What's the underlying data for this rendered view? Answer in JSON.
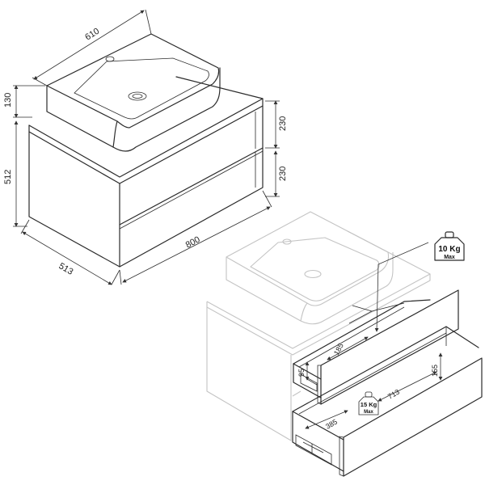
{
  "dimensions": {
    "basin_width": "610",
    "basin_height": "130",
    "cabinet_height": "512",
    "cabinet_depth": "513",
    "cabinet_width": "800",
    "drawer_top_front": "230",
    "drawer_bottom_front": "230",
    "inner_depth_top": "185",
    "inner_height_top": "95",
    "inner_height_bottom": "155",
    "inner_width_bottom": "713",
    "inner_depth_bottom": "385"
  },
  "load_top": {
    "value": "10 Kg",
    "sub": "Max"
  },
  "load_bottom": {
    "value": "15 Kg",
    "sub": "Max"
  }
}
